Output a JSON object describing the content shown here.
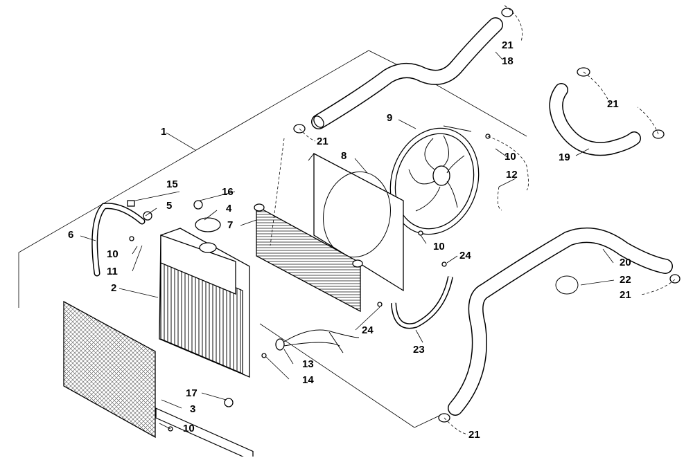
{
  "callouts": [
    {
      "id": "c1",
      "text": "1"
    },
    {
      "id": "c2",
      "text": "2"
    },
    {
      "id": "c3",
      "text": "3"
    },
    {
      "id": "c4",
      "text": "4"
    },
    {
      "id": "c5",
      "text": "5"
    },
    {
      "id": "c6",
      "text": "6"
    },
    {
      "id": "c7",
      "text": "7"
    },
    {
      "id": "c8",
      "text": "8"
    },
    {
      "id": "c9",
      "text": "9"
    },
    {
      "id": "c10a",
      "text": "10"
    },
    {
      "id": "c10b",
      "text": "10"
    },
    {
      "id": "c10c",
      "text": "10"
    },
    {
      "id": "c10d",
      "text": "10"
    },
    {
      "id": "c11",
      "text": "11"
    },
    {
      "id": "c12",
      "text": "12"
    },
    {
      "id": "c13",
      "text": "13"
    },
    {
      "id": "c14",
      "text": "14"
    },
    {
      "id": "c15",
      "text": "15"
    },
    {
      "id": "c16",
      "text": "16"
    },
    {
      "id": "c17",
      "text": "17"
    },
    {
      "id": "c18",
      "text": "18"
    },
    {
      "id": "c19",
      "text": "19"
    },
    {
      "id": "c20",
      "text": "20"
    },
    {
      "id": "c21a",
      "text": "21"
    },
    {
      "id": "c21b",
      "text": "21"
    },
    {
      "id": "c21c",
      "text": "21"
    },
    {
      "id": "c21d",
      "text": "21"
    },
    {
      "id": "c21e",
      "text": "21"
    },
    {
      "id": "c22",
      "text": "22"
    },
    {
      "id": "c23",
      "text": "23"
    },
    {
      "id": "c24a",
      "text": "24"
    },
    {
      "id": "c24b",
      "text": "24"
    }
  ]
}
